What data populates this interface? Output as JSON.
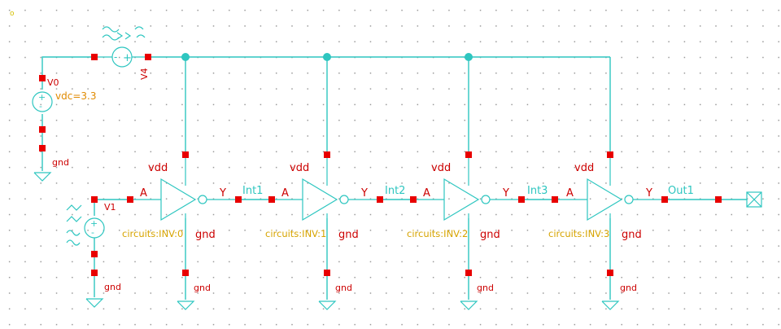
{
  "corner_mark": "o",
  "sources": {
    "v0": {
      "name": "V0",
      "param": "vdc=3.3",
      "gnd": "gnd"
    },
    "v4": {
      "name": "V4"
    },
    "v1": {
      "name": "V1",
      "gnd": "gnd"
    }
  },
  "nets": {
    "int1": "Int1",
    "int2": "Int2",
    "int3": "Int3",
    "out1": "Out1"
  },
  "inverters": [
    {
      "instance": "circuits:INV:0",
      "vdd": "vdd",
      "gnd_pin": "gnd",
      "in_pin": "A",
      "out_pin": "Y",
      "gnd_label": "gnd"
    },
    {
      "instance": "circuits:INV:1",
      "vdd": "vdd",
      "gnd_pin": "gnd",
      "in_pin": "A",
      "out_pin": "Y",
      "gnd_label": "gnd"
    },
    {
      "instance": "circuits:INV:2",
      "vdd": "vdd",
      "gnd_pin": "gnd",
      "in_pin": "A",
      "out_pin": "Y",
      "gnd_label": "gnd"
    },
    {
      "instance": "circuits:INV:3",
      "vdd": "vdd",
      "gnd_pin": "gnd",
      "in_pin": "A",
      "out_pin": "Y",
      "gnd_label": "gnd"
    }
  ],
  "colors": {
    "wire": "#2ec6c0",
    "pin": "#e80000",
    "label": "#cc0000",
    "instance": "#d7a400"
  }
}
